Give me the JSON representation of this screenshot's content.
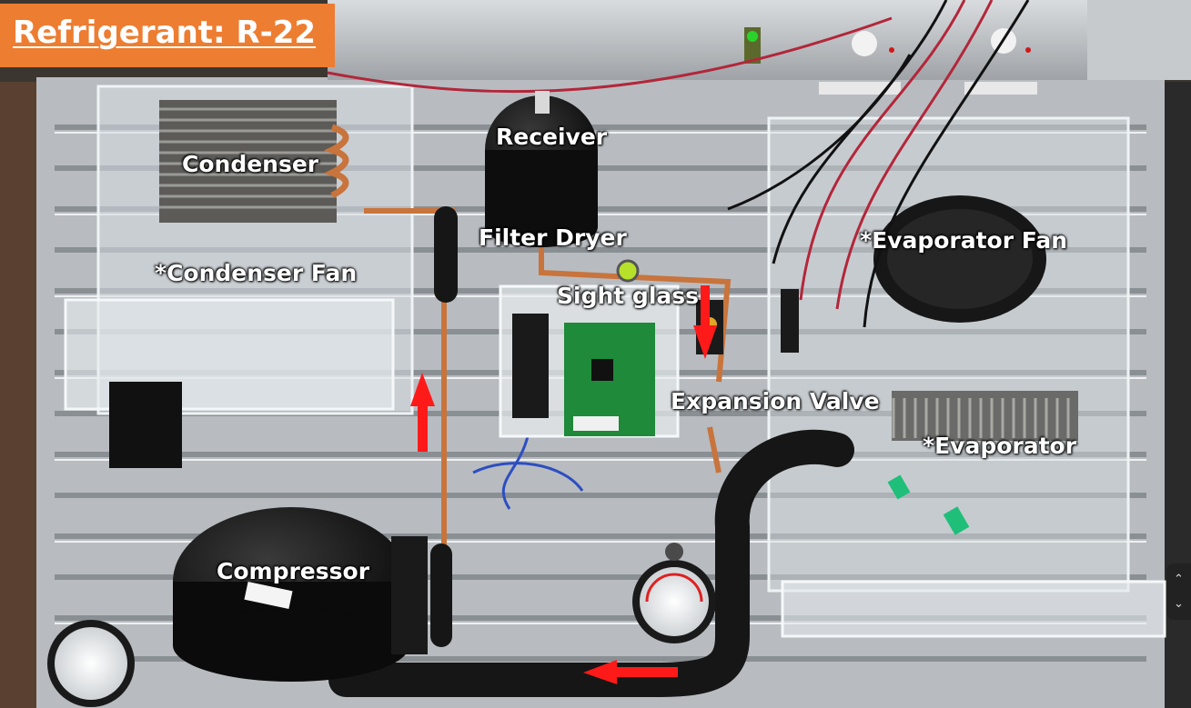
{
  "title": "Refrigerant: R-22",
  "labels": {
    "condenser": "Condenser",
    "condenser_fan": "*Condenser Fan",
    "receiver": "Receiver",
    "filter_dryer": "Filter Dryer",
    "sight_glass": "Sight glass",
    "expansion_valve": "Expansion Valve",
    "evaporator_fan": "*Evaporator Fan",
    "evaporator": "*Evaporator",
    "compressor": "Compressor"
  },
  "scroll": {
    "up": "⌃",
    "down": "⌄"
  },
  "colors": {
    "title_bg": "#ed7d31",
    "arrow": "#ff1a1a",
    "copper": "#c8743c",
    "panel": "#c9cccf"
  }
}
